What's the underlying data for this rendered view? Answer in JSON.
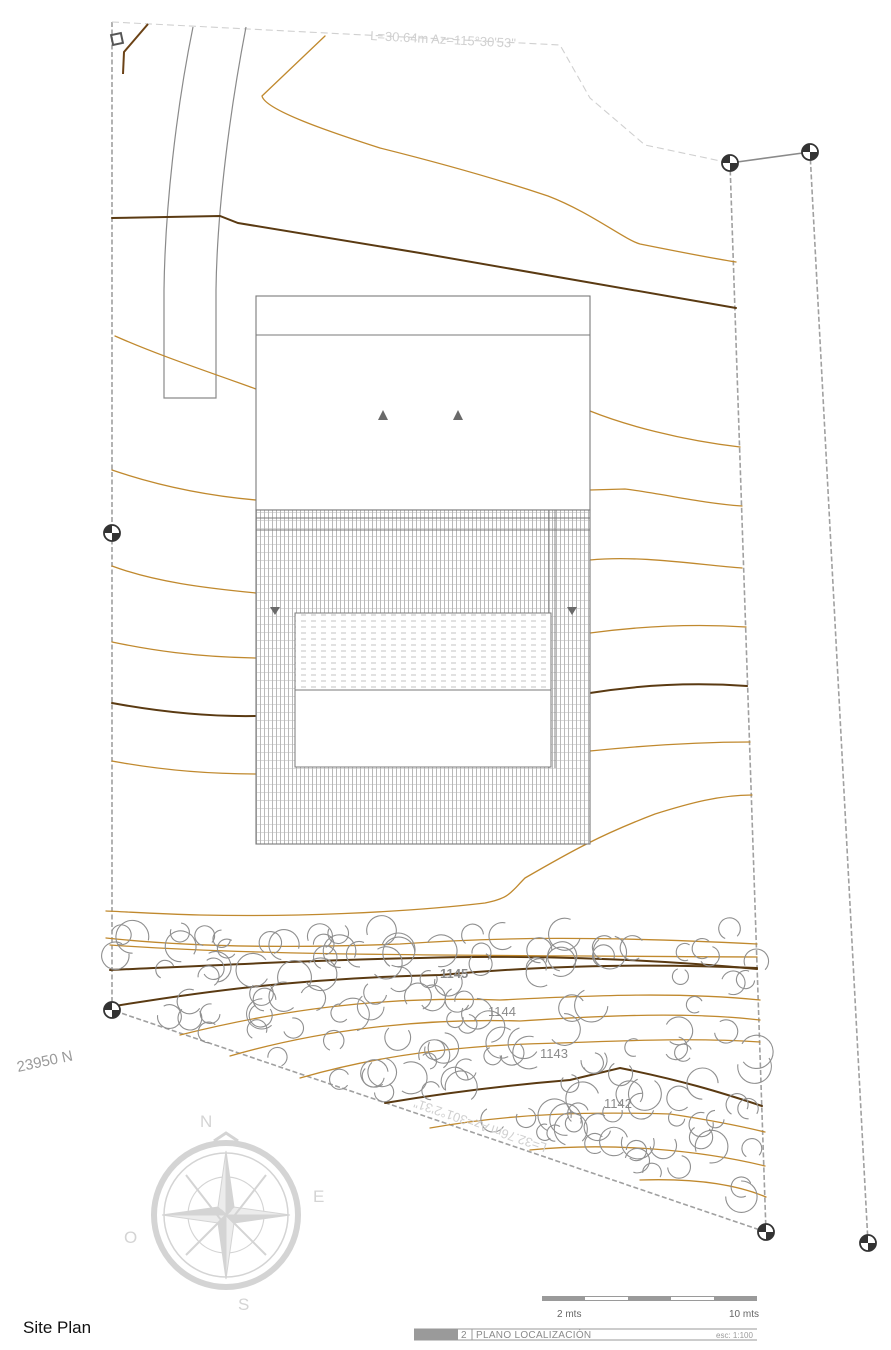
{
  "drawing": {
    "caption": "Site Plan",
    "boundary_top_label": "L=30.64m  Az=115°30'53\"",
    "boundary_bottom_label": "L=32.76m  Az=301°2'31\"",
    "coordinate_label": "23950  N",
    "contour_labels": [
      "1145",
      "1144",
      "1143",
      "1142"
    ],
    "compass": {
      "north": "N",
      "east": "E",
      "south": "S",
      "west": "O"
    },
    "scale_bar": {
      "min_label": "2 mts",
      "max_label": "10 mts"
    },
    "title_block": {
      "number": "2",
      "title": "PLANO LOCALIZACIÓN",
      "scale": "esc: 1:100"
    }
  },
  "colors": {
    "contour": "#c0892e",
    "contour_major": "#5a3a12",
    "linework": "#7a7a7a",
    "boundary": "#9a9a9a",
    "faint": "#d4d4d4"
  },
  "icons": [
    "survey-marker-icon",
    "compass-rose-icon",
    "tree-canopy-icon",
    "stair-arrow-icon"
  ]
}
